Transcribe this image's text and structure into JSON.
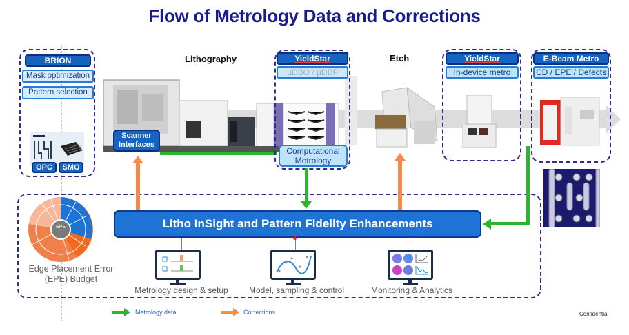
{
  "title": "Flow of Metrology Data and Corrections",
  "colors": {
    "title": "#1a1a8c",
    "primary_blue": "#1e74d6",
    "dashed_border": "#2e2e8a",
    "metrology_data_arrow": "#2db52d",
    "corrections_arrow": "#f58a4b"
  },
  "brion": {
    "header": "BRION",
    "items": [
      "Mask optimization",
      "Pattern selection"
    ],
    "tools": [
      "OPC",
      "SMO"
    ]
  },
  "lithography": {
    "label": "Lithography",
    "scanner_interfaces": "Scanner Interfaces",
    "yieldstar_header": "YieldStar",
    "yieldstar_sub": "µDBO / µDBF",
    "computational_metrology": "Computational Metrology"
  },
  "etch": {
    "label": "Etch"
  },
  "yieldstar_device": {
    "header": "YieldStar",
    "sub": "In-device metro"
  },
  "ebeam": {
    "header": "E-Beam Metro",
    "sub": "CD / EPE / Defects"
  },
  "main_bar": "Litho InSight and Pattern Fidelity Enhancements",
  "epe_budget": {
    "center": "EPE",
    "caption_line1": "Edge Placement Error",
    "caption_line2": "(EPE) Budget"
  },
  "applications": [
    {
      "name": "metrology-design",
      "label": "Metrology design & setup"
    },
    {
      "name": "model-sampling",
      "label": "Model, sampling & control"
    },
    {
      "name": "monitoring",
      "label": "Monitoring & Analytics"
    }
  ],
  "legend": [
    {
      "label": "Metrology data",
      "color": "#2db52d"
    },
    {
      "label": "Corrections",
      "color": "#f58a4b"
    }
  ],
  "footer": "Confidential"
}
